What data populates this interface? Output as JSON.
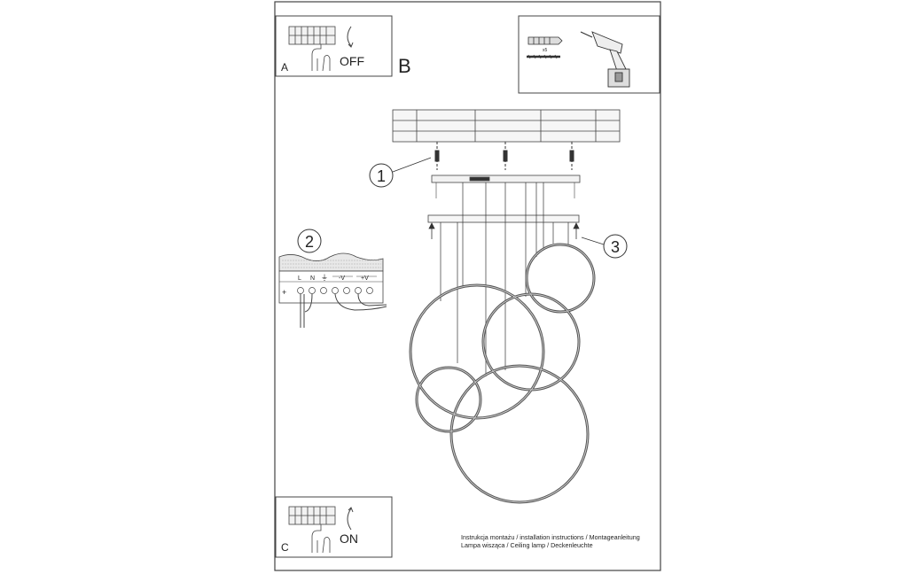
{
  "panels": {
    "a": {
      "letter": "A",
      "action": "OFF"
    },
    "c": {
      "letter": "C",
      "action": "ON"
    },
    "b": {
      "letter": "B"
    }
  },
  "tools": {
    "quantity": "x5"
  },
  "steps": [
    "1",
    "2",
    "3"
  ],
  "terminal_block": {
    "labels": [
      "L",
      "N",
      "⏚",
      "-V",
      "+V"
    ]
  },
  "footer": {
    "line1": "Instrukcja montażu / installation instructions / Montageanleitung",
    "line2": "Lampa wisząca / Ceiling lamp / Deckenleuchte"
  },
  "colors": {
    "line": "#333333",
    "background": "#ffffff"
  }
}
